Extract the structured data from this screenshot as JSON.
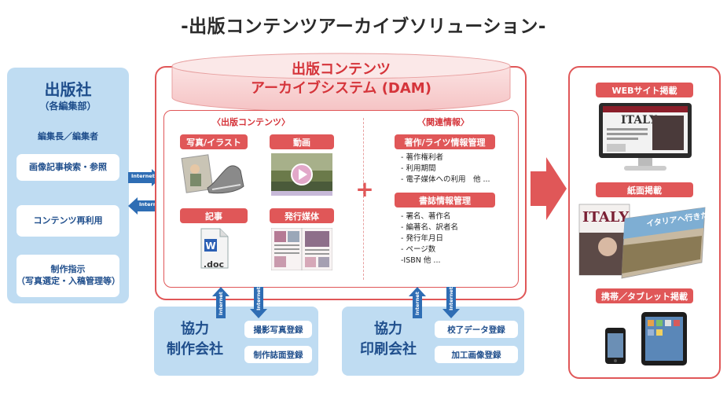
{
  "title": "-出版コンテンツアーカイブソリューション-",
  "publisher": {
    "title": "出版社",
    "subtitle": "（各編集部）",
    "roles": "編集長／編集者",
    "buttons": [
      {
        "lines": [
          "画像記事検索・参照"
        ]
      },
      {
        "lines": [
          "コンテンツ再利用"
        ]
      },
      {
        "lines": [
          "制作指示",
          "（写真選定・入稿管理等）"
        ]
      }
    ]
  },
  "internet_label": "Internet",
  "dam": {
    "title_line1": "出版コンテンツ",
    "title_line2": "アーカイブシステム (DAM)",
    "content_header": "〈出版コンテンツ〉",
    "content_items": [
      "写真/イラスト",
      "動画",
      "記事",
      "発行媒体"
    ],
    "doc_label": ".doc",
    "plus": "+",
    "related_header": "〈関連情報〉",
    "rights_title": "著作/ライツ情報管理",
    "rights_list": [
      "- 著作権利者",
      "- 利用期間",
      "- 電子媒体への利用　他 ..."
    ],
    "biblio_title": "書誌情報管理",
    "biblio_list": [
      "- 署名、著作名",
      "- 編著名、訳者名",
      "- 発行年月日",
      "- ページ数",
      "-ISBN 他 ..."
    ]
  },
  "output": {
    "web_label": "WEBサイト掲載",
    "print_label": "紙面掲載",
    "mobile_label": "携帯／タブレット掲載",
    "magazine_logo": "ITALY",
    "spread_text": "イタリアへ行きたい!"
  },
  "partners": [
    {
      "title_line1": "協力",
      "title_line2": "制作会社",
      "buttons": [
        "撮影写真登録",
        "制作誌面登録"
      ]
    },
    {
      "title_line1": "協力",
      "title_line2": "印刷会社",
      "buttons": [
        "校了データ登録",
        "加工画像登録"
      ]
    }
  ],
  "colors": {
    "accent_red": "#e05758",
    "navy": "#1f4e8c",
    "light_blue": "#bfdcf2",
    "arrow_blue": "#2e6db4"
  }
}
